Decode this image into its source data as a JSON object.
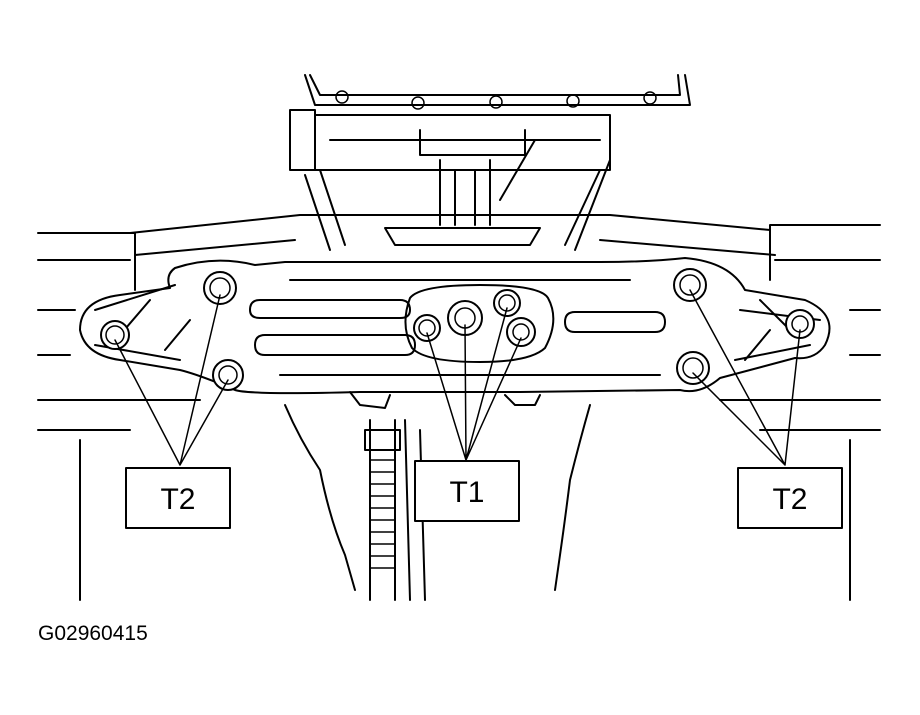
{
  "labels": {
    "t1": "T1",
    "t2_left": "T2",
    "t2_right": "T2"
  },
  "figure_id": "G02960415"
}
